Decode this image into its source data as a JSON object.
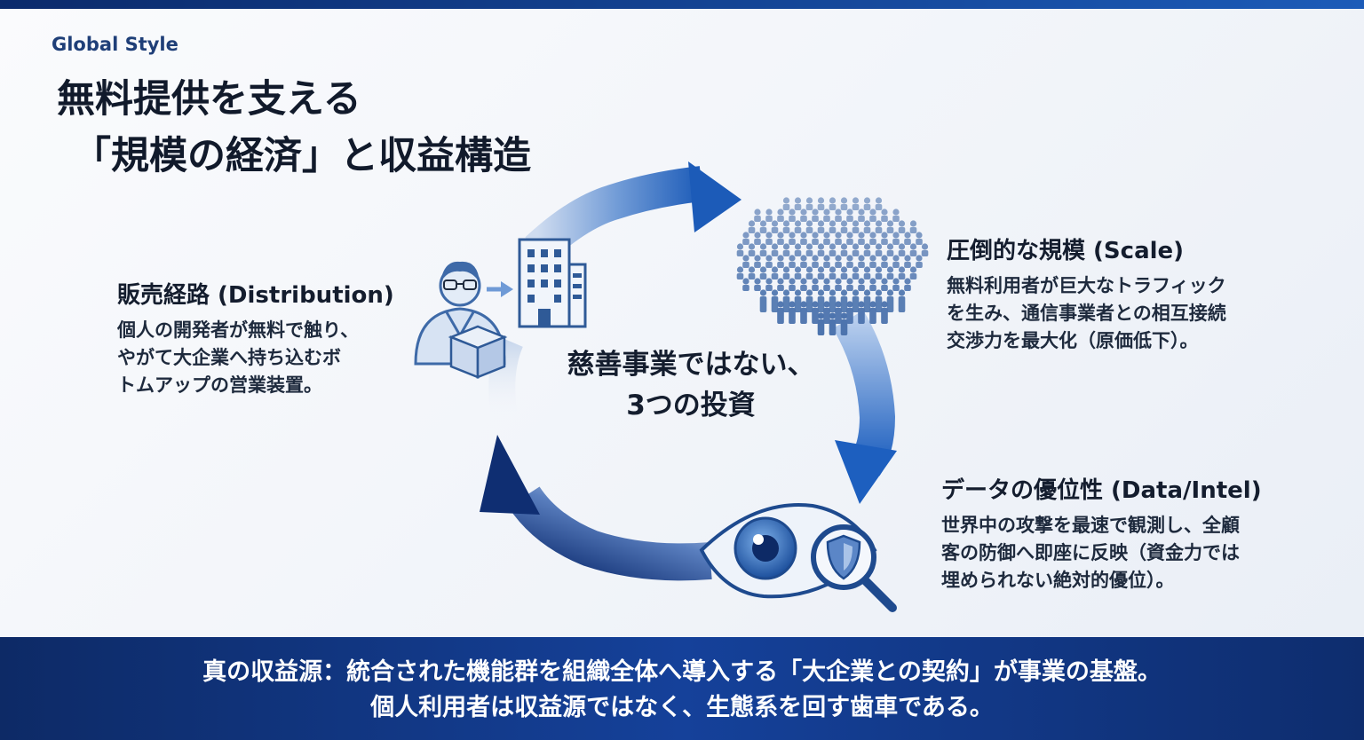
{
  "brand": "Global Style",
  "title": {
    "line1": "無料提供を支える",
    "line2": "「規模の経済」と収益構造"
  },
  "center": {
    "line1": "慈善事業ではない、",
    "line2": "3つの投資"
  },
  "distribution": {
    "heading": "販売経路 (Distribution)",
    "lines": [
      "個人の開発者が無料で触り、",
      "やがて大企業へ持ち込むボ",
      "トムアップの営業装置。"
    ],
    "icon": "developer-building-box-icon"
  },
  "scale": {
    "heading": "圧倒的な規模 (Scale)",
    "lines": [
      "無料利用者が巨大なトラフィック",
      "を生み、通信事業者との相互接続",
      "交渉力を最大化（原価低下）。"
    ],
    "icon": "crowd-icon"
  },
  "data": {
    "heading": "データの優位性 (Data/Intel)",
    "lines": [
      "世界中の攻撃を最速で観測し、全顧",
      "客の防御へ即座に反映（資金力では",
      "埋められない絶対的優位）。"
    ],
    "icon": "eye-shield-magnifier-icon"
  },
  "footer": {
    "line1": "真の収益源：統合された機能群を組織全体へ導入する「大企業との契約」が事業の基盤。",
    "line2": "個人利用者は収益源ではなく、生態系を回す歯車である。"
  },
  "colors": {
    "accent": "#1c5bb8",
    "navy": "#0d2a66",
    "arrow_light": "#c6d8ef"
  }
}
